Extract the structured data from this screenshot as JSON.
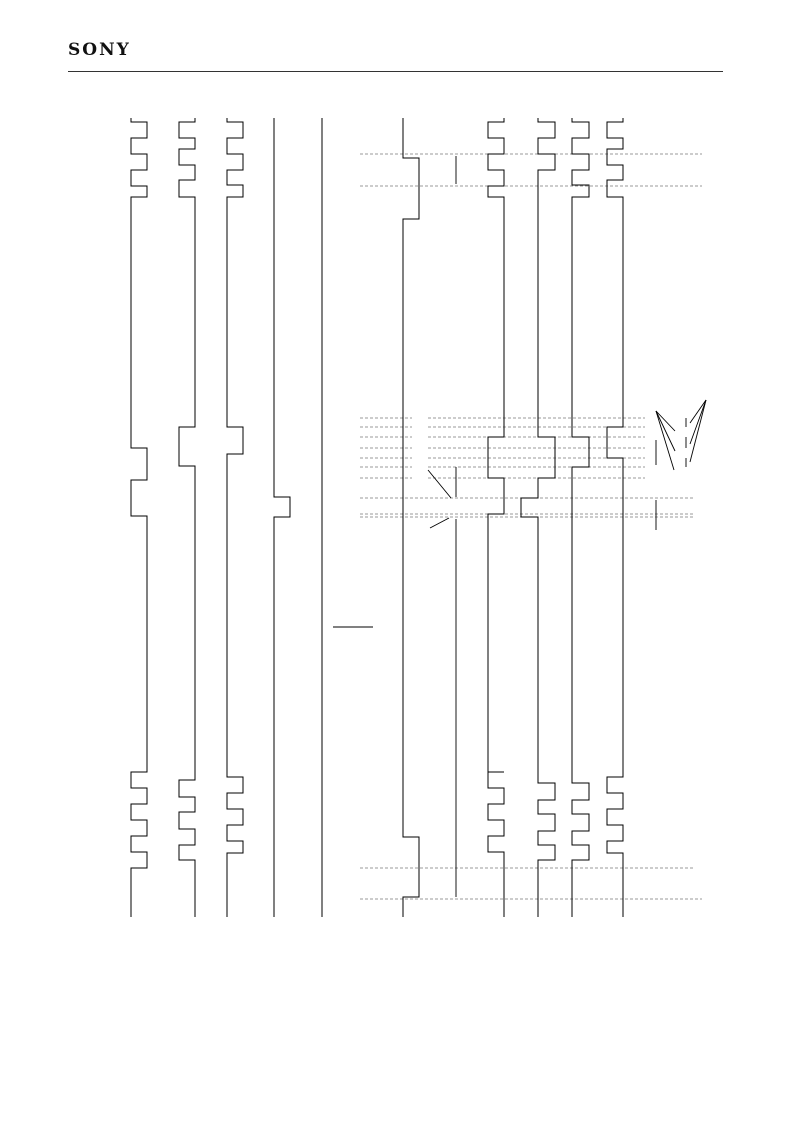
{
  "header": {
    "brand": "SONY"
  },
  "colors": {
    "ink": "#000000",
    "rule": "#333333",
    "guide": "#777777"
  },
  "diagram": {
    "type": "timing-diagram",
    "waveform_count": 11,
    "guide_line_count": 22,
    "arrow_count": 16,
    "icons": [
      "arrow-right-icon"
    ]
  }
}
